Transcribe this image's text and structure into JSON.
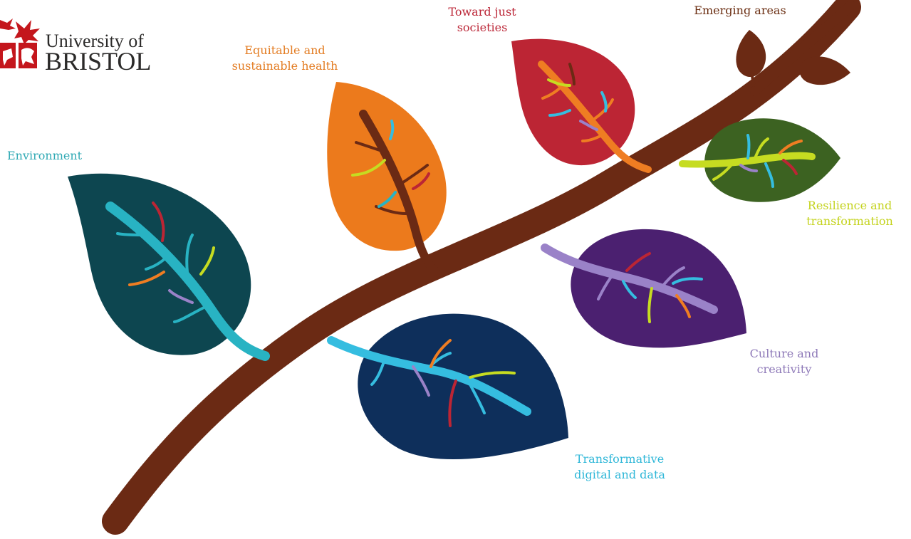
{
  "logo": {
    "line1": "University of",
    "line2": "BRISTOL",
    "crest_color": "#c4161c"
  },
  "labels": {
    "environment": {
      "text": "Environment",
      "color": "#2fa9b4"
    },
    "health": {
      "line1": "Equitable and",
      "line2": "sustainable health",
      "color": "#e37c22"
    },
    "societies": {
      "line1": "Toward just",
      "line2": "societies",
      "color": "#bc2839"
    },
    "emerging": {
      "text": "Emerging areas",
      "color": "#6b2e12"
    },
    "resilience": {
      "line1": "Resilience and",
      "line2": "transformation",
      "color": "#c4d31e"
    },
    "culture": {
      "line1": "Culture and",
      "line2": "creativity",
      "color": "#8e79b8"
    },
    "digital": {
      "line1": "Transformative",
      "line2": "digital and data",
      "color": "#2fb7d8"
    }
  },
  "colors": {
    "branch": "#6b2a14",
    "leaf_environment": "#0d4650",
    "leaf_health": "#ec7a1c",
    "leaf_societies": "#bc2534",
    "leaf_resilience": "#3c6221",
    "leaf_culture": "#4b2070",
    "leaf_digital": "#0e2f5b",
    "leaf_emerging": "#6b2a14",
    "vein_environment": "#28b3c3",
    "vein_health": "#6b2a14",
    "vein_societies": "#ef7d22",
    "vein_resilience": "#c6dc21",
    "vein_culture": "#9a82c8",
    "vein_digital": "#35bde0"
  }
}
